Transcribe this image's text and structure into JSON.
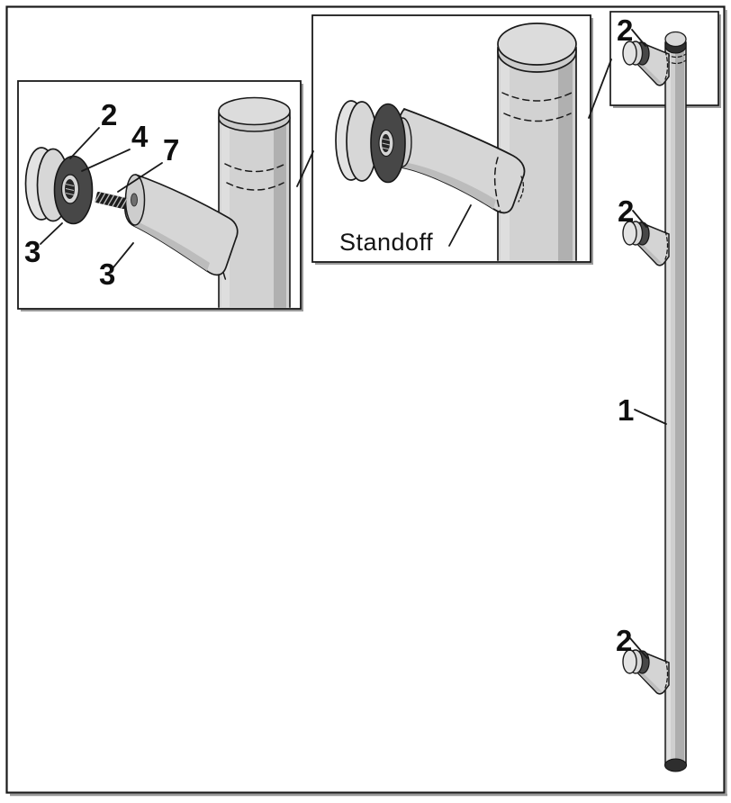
{
  "callouts": {
    "part_1": "1",
    "part_2": "2",
    "part_3": "3",
    "part_4": "4",
    "part_7": "7",
    "standoff_label": "Standoff"
  },
  "colors": {
    "line": "#1a1a1a",
    "background": "#ffffff",
    "metal_light": "#d6d6d6",
    "metal_mid": "#d2d2d2",
    "metal_dark": "#b0b0b0",
    "ring_dark": "#474747",
    "box_shadow": "#9a9a9a"
  }
}
